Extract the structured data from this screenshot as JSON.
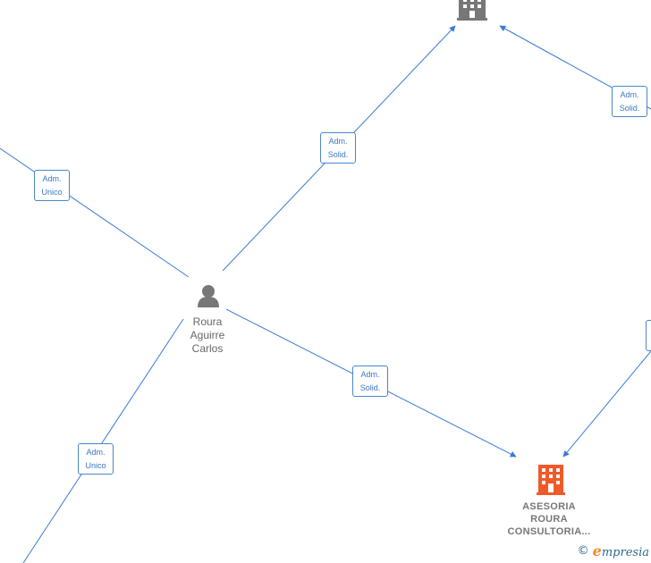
{
  "colors": {
    "edge": "#3a7bd5",
    "label_border": "#4a86c8",
    "label_text": "#3a78c2",
    "person_icon": "#777777",
    "company_gray": "#777777",
    "company_highlight": "#f05a28",
    "node_text": "#666666"
  },
  "nodes": {
    "person": {
      "icon": "person-icon",
      "name_lines": [
        "Roura",
        "Aguirre",
        "Carlos"
      ]
    },
    "company_top": {
      "icon": "building-icon"
    },
    "company_main": {
      "icon": "building-icon",
      "name_lines": [
        "ASESORIA",
        "ROURA",
        "CONSULTORIA..."
      ]
    }
  },
  "edges": [
    {
      "id": "edge-to-top-company",
      "role_lines": [
        "Adm.",
        "Solid."
      ]
    },
    {
      "id": "edge-from-left-top",
      "role_lines": [
        "Adm.",
        "Unico"
      ]
    },
    {
      "id": "edge-top-right",
      "role_lines": [
        "Adm.",
        "Solid."
      ]
    },
    {
      "id": "edge-to-main-company",
      "role_lines": [
        "Adm.",
        "Solid."
      ]
    },
    {
      "id": "edge-from-left-bottom",
      "role_lines": [
        "Adm.",
        "Unico"
      ]
    }
  ],
  "watermark": {
    "copyright": "©",
    "brand_initial": "e",
    "brand_rest": "mpresia"
  }
}
